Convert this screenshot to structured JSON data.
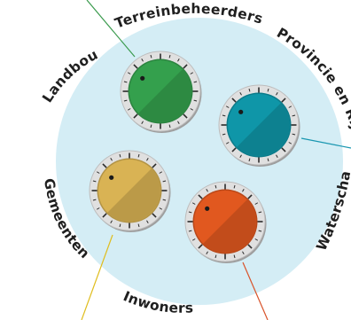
{
  "labels": {
    "terreinbeheerders": "Terreinbeheerders",
    "provincie_en_rijk": "Provincie en Rijk",
    "waterschap": "Waterschap",
    "inwoners": "Inwoners",
    "gemeenten": "Gemeenten",
    "landbouw": "Landbouw"
  },
  "colors": {
    "background_circle": "#d4edf5",
    "dial_ring": "#e0e0e0",
    "dial_ring_shadow": "#9e9e9e",
    "tick": "#2b2b2b",
    "landbouw": "#34a04d",
    "provincie_en_rijk": "#0f96a8",
    "gemeenten": "#d9b354",
    "waterschap": "#e1581f",
    "pointer_line_landbouw": "#3a9a4d",
    "pointer_line_provincie": "#1896b0",
    "pointer_line_gemeenten": "#e0bd1e",
    "pointer_line_waterschap": "#d9532a"
  },
  "dials": [
    {
      "id": "landbouw",
      "color_key": "landbouw"
    },
    {
      "id": "provincie_en_rijk",
      "color_key": "provincie_en_rijk"
    },
    {
      "id": "gemeenten",
      "color_key": "gemeenten"
    },
    {
      "id": "waterschap",
      "color_key": "waterschap"
    }
  ]
}
